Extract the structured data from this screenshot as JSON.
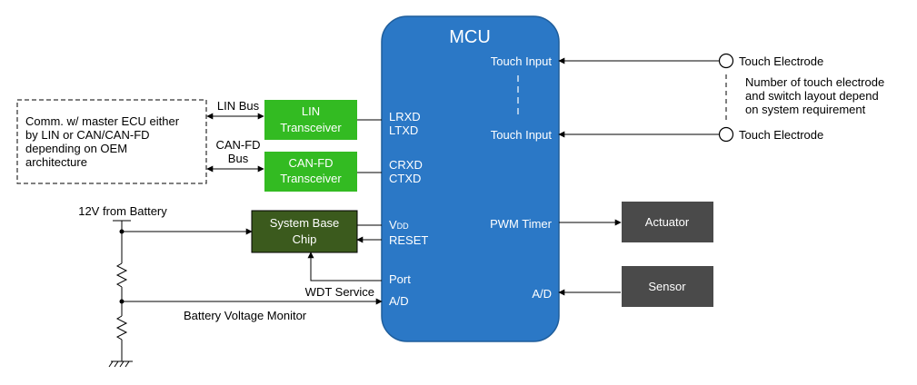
{
  "mcu": {
    "title": "MCU",
    "touch_input_1": "Touch Input",
    "touch_input_2": "Touch Input",
    "lrxd": "LRXD",
    "ltxd": "LTXD",
    "crxd": "CRXD",
    "ctxd": "CTXD",
    "vdd_main": "V",
    "vdd_sub": "DD",
    "reset": "RESET",
    "port": "Port",
    "ad_left": "A/D",
    "pwm_timer": "PWM Timer",
    "ad_right": "A/D"
  },
  "ecu_note": {
    "line1": "Comm. w/ master ECU either",
    "line2": "by LIN or CAN/CAN-FD",
    "line3": "depending on OEM",
    "line4": "architecture"
  },
  "lin": {
    "bus_label": "LIN Bus",
    "line1": "LIN",
    "line2": "Transceiver"
  },
  "canfd": {
    "bus_line1": "CAN-FD",
    "bus_line2": "Bus",
    "line1": "CAN-FD",
    "line2": "Transceiver"
  },
  "sbc": {
    "line1": "System Base",
    "line2": "Chip"
  },
  "power": {
    "battery_label": "12V from Battery",
    "wdt_label": "WDT Service",
    "monitor_label": "Battery Voltage Monitor"
  },
  "touch": {
    "electrode_1": "Touch Electrode",
    "electrode_2": "Touch Electrode",
    "note_line1": "Number of touch electrode",
    "note_line2": "and switch layout depend",
    "note_line3": "on system requirement"
  },
  "actuator": {
    "label": "Actuator"
  },
  "sensor": {
    "label": "Sensor"
  },
  "colors": {
    "mcu_fill": "#2B78C6",
    "mcu_border": "#1F5E9C",
    "transceiver_fill": "#33BB22",
    "sbc_fill": "#3B5A1D",
    "device_fill": "#4A4A4A"
  }
}
